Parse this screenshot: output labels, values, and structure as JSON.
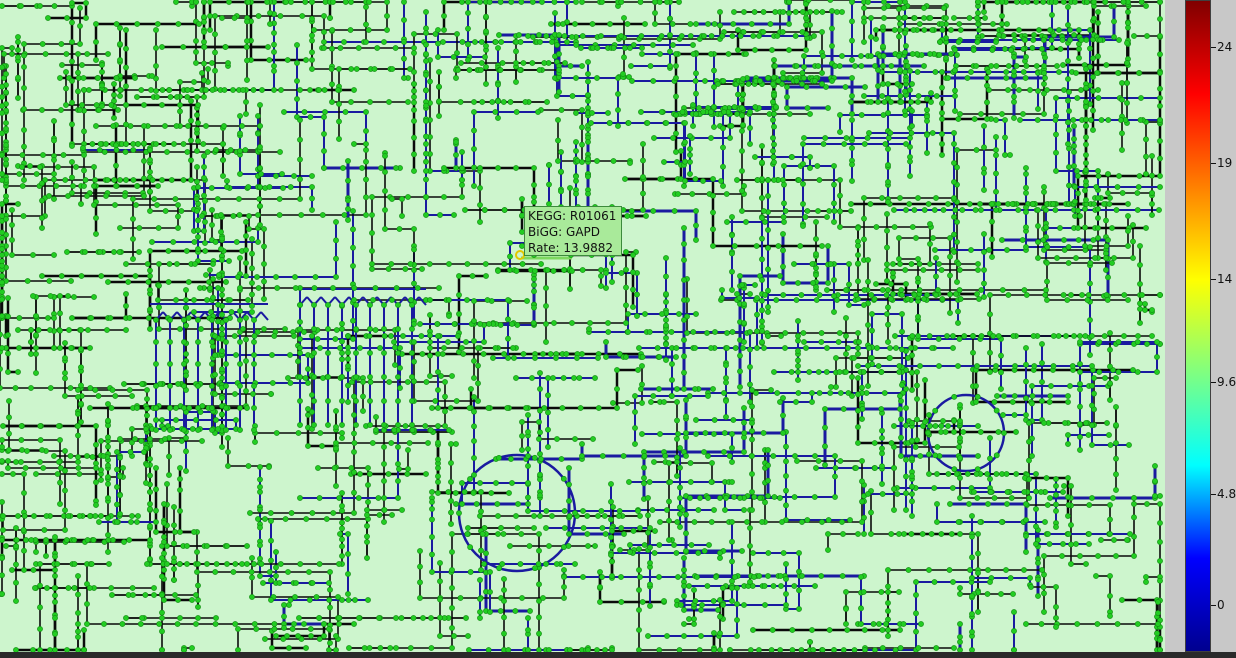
{
  "tooltip": {
    "kegg_line": "KEGG:  R01061",
    "bigg_line": "BiGG: GAPD",
    "rate_line": "Rate: 13.9882"
  },
  "colorbar": {
    "ticks": [
      "24",
      "19",
      "14",
      "9.6",
      "4.8",
      "0"
    ],
    "tick_values": [
      24,
      19,
      14,
      9.6,
      4.8,
      0
    ],
    "range": [
      -2,
      26
    ],
    "colors": [
      "#00008f",
      "#0000ff",
      "#00ffff",
      "#80ff80",
      "#ffff00",
      "#ff8000",
      "#ff0000",
      "#800000"
    ]
  },
  "map": {
    "background": "#cdf5cd",
    "node_color": "#22cc22",
    "inactive_edge_color": "#0a0a0a",
    "active_edge_color": "#1a1aa0"
  }
}
